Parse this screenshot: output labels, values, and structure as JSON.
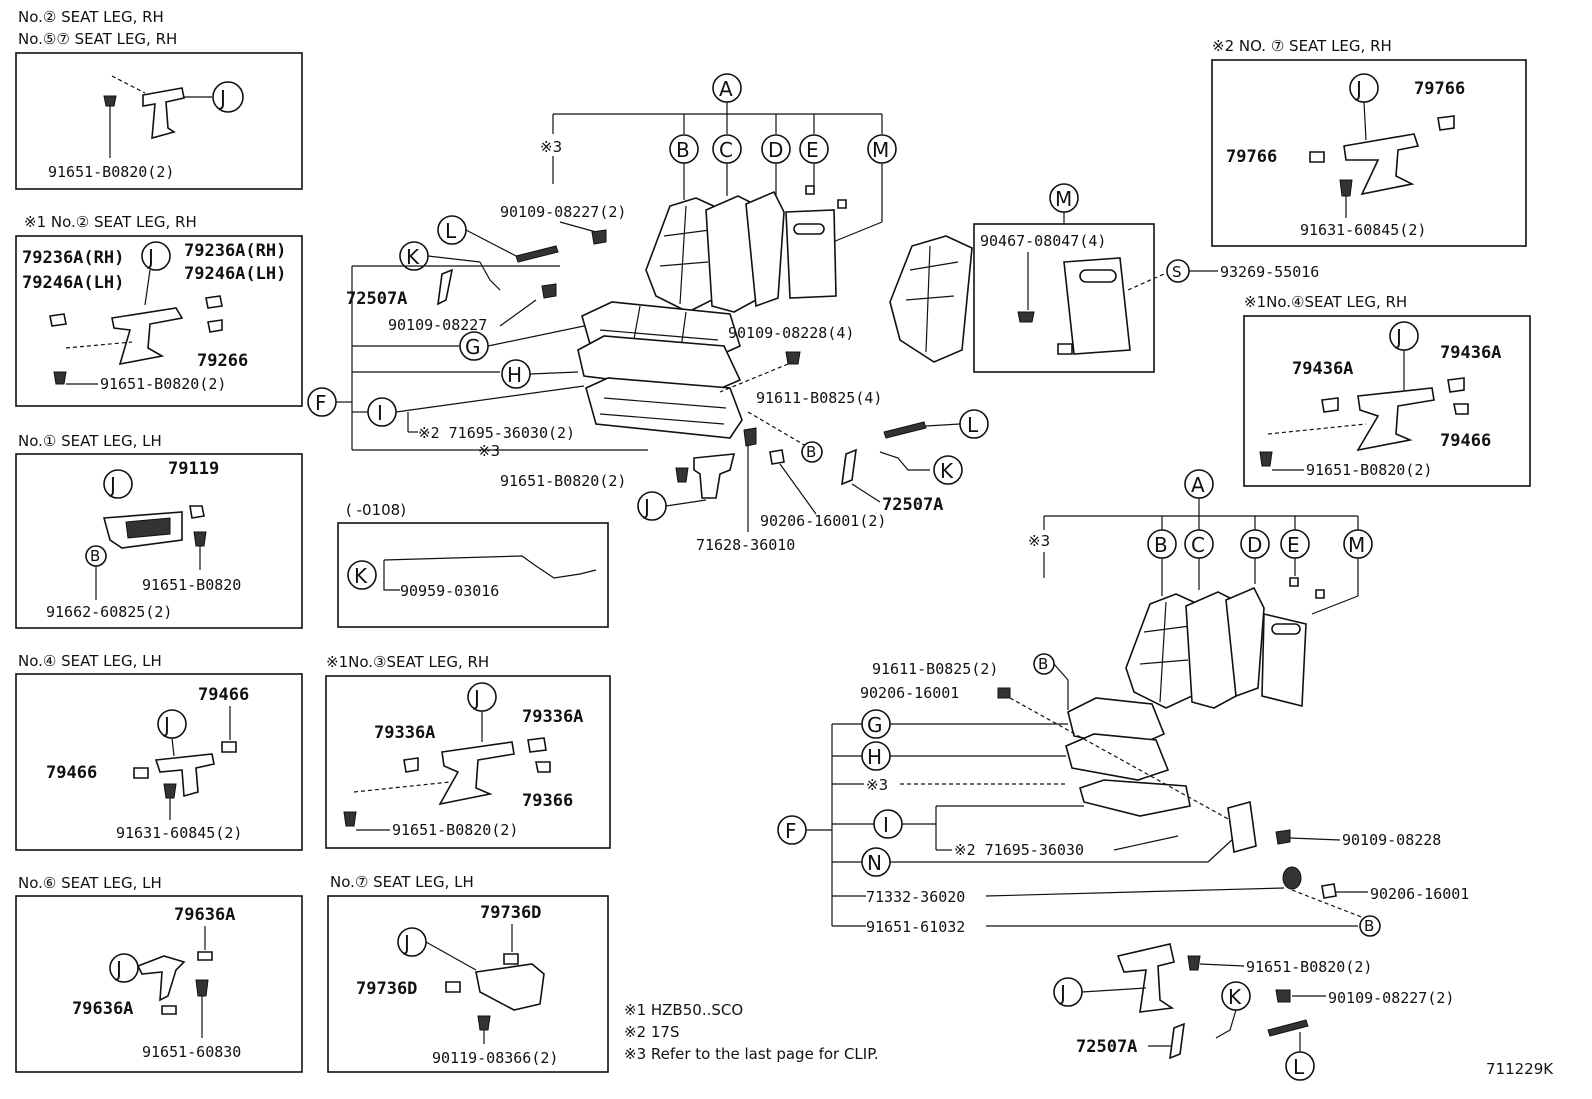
{
  "figure_id": "711229K",
  "panel_no2_rh": {
    "title1": "No.②  SEAT LEG, RH",
    "title2": "No.⑤⑦ SEAT LEG, RH",
    "label_j": "J",
    "bolt": "91651-B0820(2)"
  },
  "panel_k1_no2_rh": {
    "title": "※1 No.② SEAT LEG, RH",
    "label_j": "J",
    "left1": "79236A(RH)",
    "left2": "79246A(LH)",
    "right1": "79236A(RH)",
    "right2": "79246A(LH)",
    "cap": "79266",
    "bolt": "91651-B0820(2)"
  },
  "panel_no1_lh": {
    "title": "No.① SEAT LEG, LH",
    "label_j": "J",
    "label_b": "B",
    "cap": "79119",
    "bolt": "91651-B0820",
    "bolt2": "91662-60825(2)"
  },
  "panel_no4_lh": {
    "title": "No.④ SEAT LEG, LH",
    "label_j": "J",
    "cap_top": "79466",
    "cap_left": "79466",
    "bolt": "91631-60845(2)"
  },
  "panel_no6_lh": {
    "title": "No.⑥  SEAT LEG, LH",
    "label_j": "J",
    "cap_top": "79636A",
    "cap_left": "79636A",
    "bolt": "91651-60830"
  },
  "panel_k1_no3_rh": {
    "title": "※1No.③SEAT LEG, RH",
    "label_j": "J",
    "cap_left": "79336A",
    "cap_right": "79336A",
    "cap_low": "79366",
    "bolt": "91651-B0820(2)"
  },
  "panel_no7_lh": {
    "title": "No.⑦ SEAT LEG, LH",
    "label_j": "J",
    "cap_top": "79736D",
    "cap_left": "79736D",
    "bolt": "90119-08366(2)"
  },
  "panel_harness": {
    "title": "(     -0108)",
    "label_k": "K",
    "part": "90959-03016"
  },
  "panel_k2_no7_rh": {
    "title": "※2 NO. ⑦ SEAT LEG, RH",
    "label_j": "J",
    "cap_right": "79766",
    "cap_left": "79766",
    "bolt": "91631-60845(2)"
  },
  "panel_m": {
    "label_m": "M",
    "bolt": "90467-08047(4)",
    "label_s": "S",
    "part_s": "93269-55016"
  },
  "panel_k1_no4_rh": {
    "title": "※1No.④SEAT LEG, RH",
    "label_j": "J",
    "cap_left": "79436A",
    "cap_right": "79436A",
    "cap_low": "79466",
    "bolt": "91651-B0820(2)"
  },
  "upper_seat": {
    "letters": {
      "a": "A",
      "b": "B",
      "c": "C",
      "d": "D",
      "e": "E",
      "m": "M",
      "l": "L",
      "k": "K",
      "g": "G",
      "h": "H",
      "f": "F",
      "i": "I",
      "j": "J",
      "l2": "L",
      "k2": "K",
      "b2": "B"
    },
    "clip_note": "※3",
    "clip_note2": "※3",
    "p1": "90109-08227(2)",
    "p2": "72507A",
    "p3": "90109-08227",
    "p4": "90109-08228(4)",
    "p5": "91611-B0825(4)",
    "p6": "※2 71695-36030(2)",
    "p7": "91651-B0820(2)",
    "p8": "90206-16001(2)",
    "p9": "72507A",
    "p10": "71628-36010"
  },
  "lower_seat": {
    "letters": {
      "a": "A",
      "b": "B",
      "c": "C",
      "d": "D",
      "e": "E",
      "m": "M",
      "b1": "B",
      "g": "G",
      "h": "H",
      "f": "F",
      "i": "I",
      "n": "N",
      "b2": "B",
      "j": "J",
      "k": "K",
      "l": "L"
    },
    "clip_note": "※3",
    "clip_note2": "※3",
    "p1": "91611-B0825(2)",
    "p2": "90206-16001",
    "p3": "※2 71695-36030",
    "p4": "90109-08228",
    "p5": "71332-36020",
    "p6": "90206-16001",
    "p7": "91651-61032",
    "p8": "91651-B0820(2)",
    "p9": "90109-08227(2)",
    "p10": "72507A"
  },
  "notes": [
    "※1 HZB50..SCO",
    "※2 17S",
    "※3  Refer to the last page for CLIP."
  ]
}
